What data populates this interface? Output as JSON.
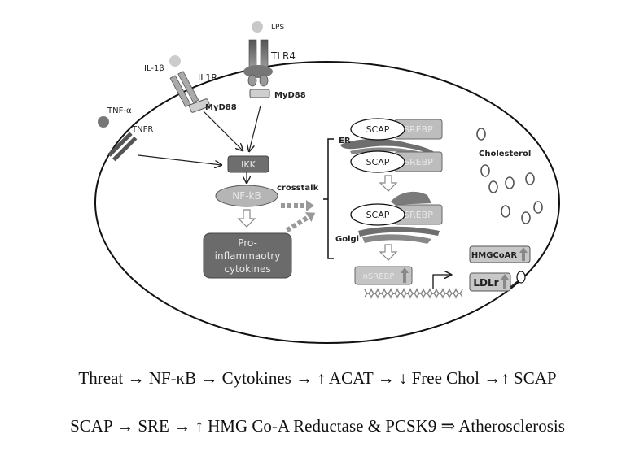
{
  "diagram": {
    "ligands": {
      "lps": "LPS",
      "il1b": "IL-1β",
      "tnfa": "TNF-α"
    },
    "receptors": {
      "tlr4": "TLR4",
      "il1r": "IL1R",
      "tnfr": "TNFR"
    },
    "adaptors": {
      "myd88_tlr4": "MyD88",
      "myd88_il1r": "MyD88"
    },
    "ikk": "IKK",
    "nfkb": "NF-kB",
    "cytokines": [
      "Pro-",
      "inflammaotry",
      "cytokines"
    ],
    "crosstalk": "crosstalk",
    "er_label": "ER",
    "golgi_label": "Golgi",
    "scap_complexes": [
      {
        "scap": "SCAP",
        "srebp": "SREBP"
      },
      {
        "scap": "SCAP",
        "srebp": "SREBP"
      },
      {
        "scap": "SCAP",
        "srebp": "SREBP"
      }
    ],
    "nsrebp": "nSREBP",
    "cholesterol_label": "Cholesterol",
    "hmgcoar": "HMGCoAR",
    "ldlr": "LDLr"
  },
  "captions": {
    "line1": "Threat → NF-κB → Cytokines → ↑ ACAT → ↓ Free Chol →↑ SCAP",
    "line2": "SCAP → SRE → ↑ HMG Co-A Reductase & PCSK9 ⇒ Atherosclerosis"
  }
}
